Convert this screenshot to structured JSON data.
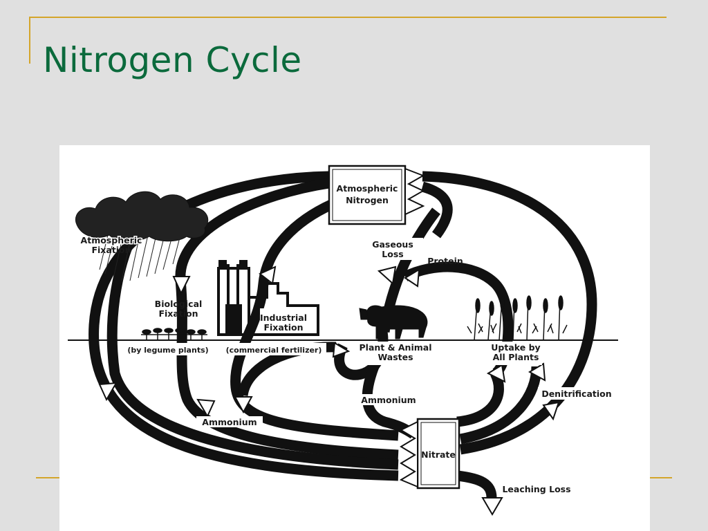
{
  "slide": {
    "title": "Nitrogen Cycle",
    "title_color": "#0b6a3c",
    "accent_color": "#d4a52a",
    "background_color": "#e0e0e0"
  },
  "diagram": {
    "boxes": {
      "atmospheric_nitrogen": [
        "Atmospheric",
        "Nitrogen"
      ],
      "nitrate": "Nitrate"
    },
    "labels": {
      "atmospheric_fixation": [
        "Atmospheric",
        "Fixation"
      ],
      "biological_fixation": [
        "Biological",
        "Fixation"
      ],
      "legume_plants": "(by legume plants)",
      "industrial_fixation": [
        "Industrial",
        "Fixation"
      ],
      "commercial_fertilizer": "(commercial fertilizer)",
      "gaseous_loss": [
        "Gaseous",
        "Loss"
      ],
      "protein": "Protein",
      "plant_animal_wastes": [
        "Plant & Animal",
        "Wastes"
      ],
      "uptake_by_all_plants": [
        "Uptake by",
        "All Plants"
      ],
      "ammonium_left": "Ammonium",
      "ammonium_center": "Ammonium",
      "denitrification": "Denitrification",
      "leaching_loss": "Leaching Loss"
    },
    "icons": [
      "rain-cloud-icon",
      "factory-icon",
      "cow-icon",
      "legume-plants-icon",
      "grain-plants-icon"
    ]
  }
}
